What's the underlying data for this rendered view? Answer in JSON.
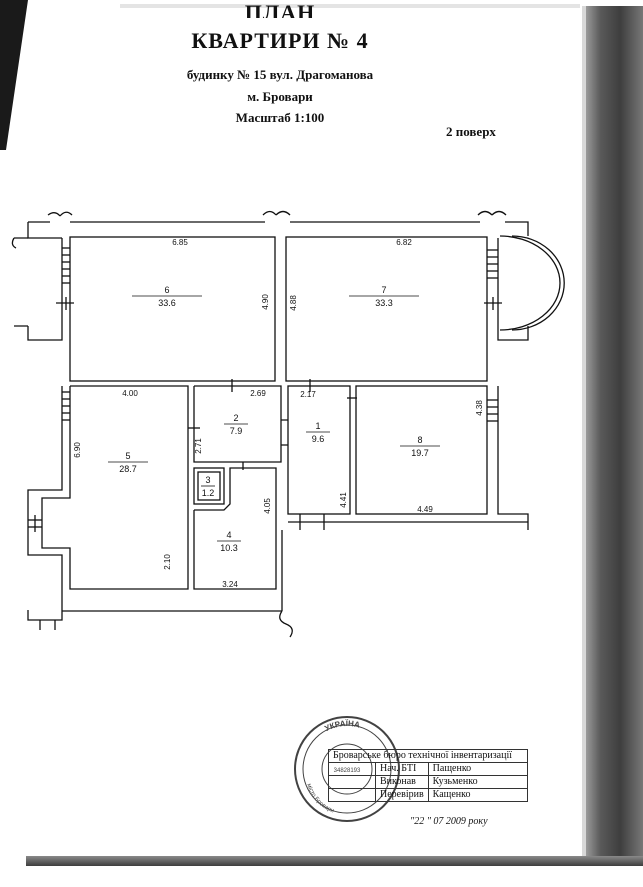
{
  "header": {
    "title_partial": "ПЛАН",
    "title": "КВАРТИРИ № 4",
    "address": "будинку № 15 вул. Драгоманова",
    "city": "м. Бровари",
    "scale": "Масштаб  1:100",
    "floor": "2 поверх"
  },
  "rooms": [
    {
      "number": "6",
      "area": "33.6"
    },
    {
      "number": "7",
      "area": "33.3"
    },
    {
      "number": "5",
      "area": "28.7"
    },
    {
      "number": "2",
      "area": "7.9"
    },
    {
      "number": "1",
      "area": "9.6"
    },
    {
      "number": "8",
      "area": "19.7"
    },
    {
      "number": "3",
      "area": "1.2"
    },
    {
      "number": "4",
      "area": "10.3"
    }
  ],
  "dimensions": {
    "room6_width": "6.85",
    "room7_width": "6.82",
    "room6_height": "4.90",
    "room7_height": "4.88",
    "room5_width": "4.00",
    "room2_width": "2.69",
    "room1_width": "2.17",
    "room8_height": "4.38",
    "room5_height": "6.90",
    "room2_height": "2.71",
    "room1_height": "4.41",
    "room4_height": "4.05",
    "room8_width": "4.49",
    "room5_lower": "2.10",
    "room4_width": "3.24"
  },
  "stamp": {
    "organization": "Броварське бюро технічної інвентаризації",
    "rows": [
      {
        "role": "Нач. БТІ",
        "name": "Пащенко"
      },
      {
        "role": "Виконав",
        "name": "Кузьменко"
      },
      {
        "role": "Перевірив",
        "name": "Кащенко"
      }
    ],
    "date": "\"22 \" 07  2009 року",
    "seal_outer": "УКРАЇНА",
    "seal_inner": "БРОВАРСЬКЕ БЮРО ТЕХНІЧНОЇ ІНВЕНТАРИЗАЦІЇ",
    "seal_city": "місто Бровари",
    "seal_code": "34828193"
  }
}
